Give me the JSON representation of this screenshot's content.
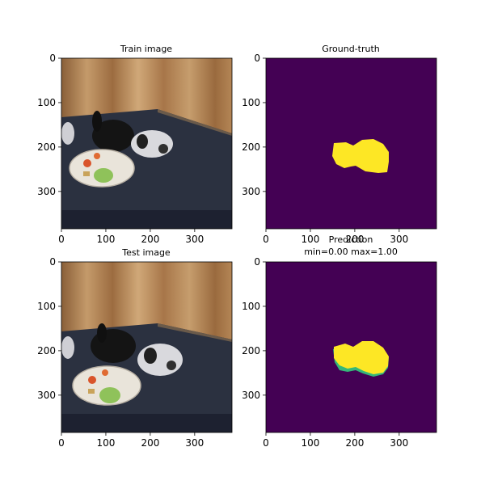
{
  "figure": {
    "panels": [
      {
        "id": "train-image",
        "kind": "photo",
        "title_lines": [
          "Train image"
        ],
        "x_ticks": [
          "0",
          "100",
          "200",
          "300"
        ],
        "y_ticks": [
          "0",
          "100",
          "200",
          "300"
        ]
      },
      {
        "id": "ground-truth",
        "kind": "mask",
        "title_lines": [
          "Ground-truth"
        ],
        "x_ticks": [
          "0",
          "100",
          "200",
          "300"
        ],
        "y_ticks": [
          "0",
          "100",
          "200",
          "300"
        ]
      },
      {
        "id": "test-image",
        "kind": "photo",
        "title_lines": [
          "Test image"
        ],
        "x_ticks": [
          "0",
          "100",
          "200",
          "300"
        ],
        "y_ticks": [
          "0",
          "100",
          "200",
          "300"
        ]
      },
      {
        "id": "prediction",
        "kind": "mask",
        "title_lines": [
          "Prediction",
          "min=0.00 max=1.00"
        ],
        "x_ticks": [
          "0",
          "100",
          "200",
          "300"
        ],
        "y_ticks": [
          "0",
          "100",
          "200",
          "300"
        ]
      }
    ],
    "image_extent": [
      0,
      384
    ],
    "tick_values": [
      0,
      100,
      200,
      300
    ],
    "colors": {
      "mask_background": "#440154",
      "mask_foreground": "#fde725",
      "mask_edge": "#35b779",
      "floor_rug": "#2b3140",
      "wall_wood": "#b88a5c"
    }
  }
}
